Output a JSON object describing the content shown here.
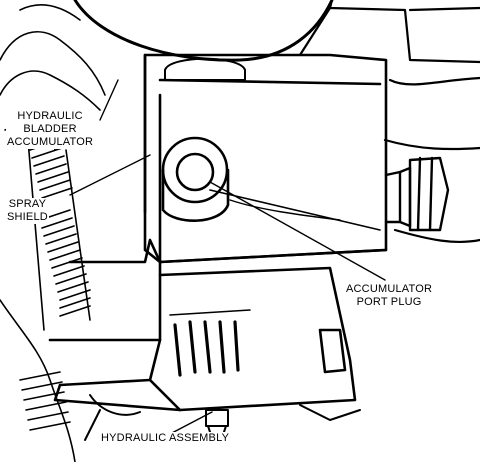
{
  "labels": {
    "hydraulic_bladder_accumulator": [
      "HYDRAULIC",
      "BLADDER",
      "ACCUMULATOR"
    ],
    "spray_shield": [
      "SPRAY",
      "SHIELD"
    ],
    "accumulator_port_plug": [
      "ACCUMULATOR",
      "PORT PLUG"
    ],
    "hydraulic_assembly": "HYDRAULIC ASSEMBLY"
  }
}
